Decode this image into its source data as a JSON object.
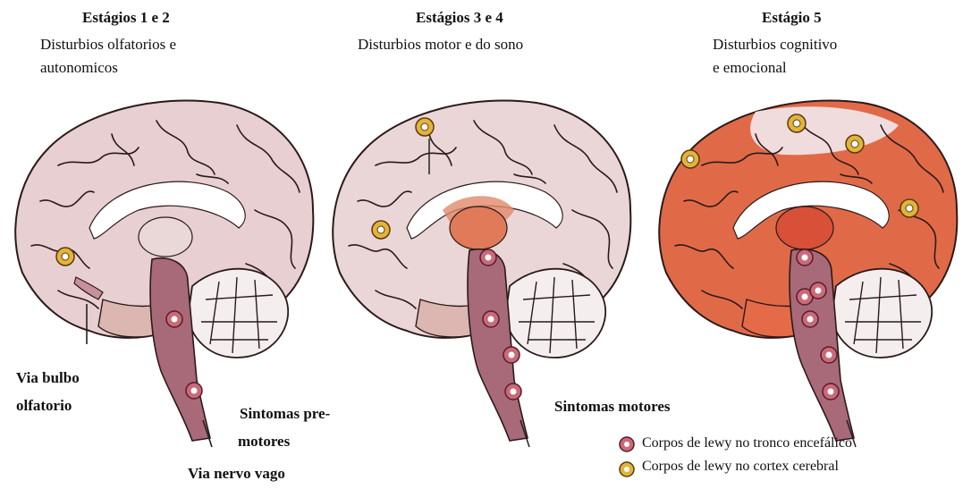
{
  "stages": [
    {
      "title": "Estágios 1 e 2",
      "sub1": "Disturbios olfatorios e",
      "sub2": "autonomicos"
    },
    {
      "title": "Estágios 3 e 4",
      "sub1": "Disturbios motor e do sono",
      "sub2": ""
    },
    {
      "title": "Estágio 5",
      "sub1": "Disturbios cognitivo",
      "sub2": "e emocional"
    }
  ],
  "labels": {
    "via_bulbo_line1": "Via bulbo",
    "via_bulbo_line2": "olfatorio",
    "sintomas_pre_line1": "Sintomas pre-",
    "sintomas_pre_line2": "motores",
    "via_nervo_vago": "Via nervo vago",
    "sintomas_motores": "Sintomas motores"
  },
  "legend": [
    {
      "text": "Corpos de lewy no tronco encefálico",
      "icon": "brainstem-lewy-body-icon",
      "color": "#c96a78"
    },
    {
      "text": "Corpos de lewy no cortex cerebral",
      "icon": "cortex-lewy-body-icon",
      "color": "#e3b43a"
    }
  ],
  "colors": {
    "brain_pale": "#e8cfd1",
    "brain_mid": "#e2b8b4",
    "affected": "#e0704c",
    "brainstem": "#a86a78",
    "cerebellum": "#f4eeee"
  }
}
